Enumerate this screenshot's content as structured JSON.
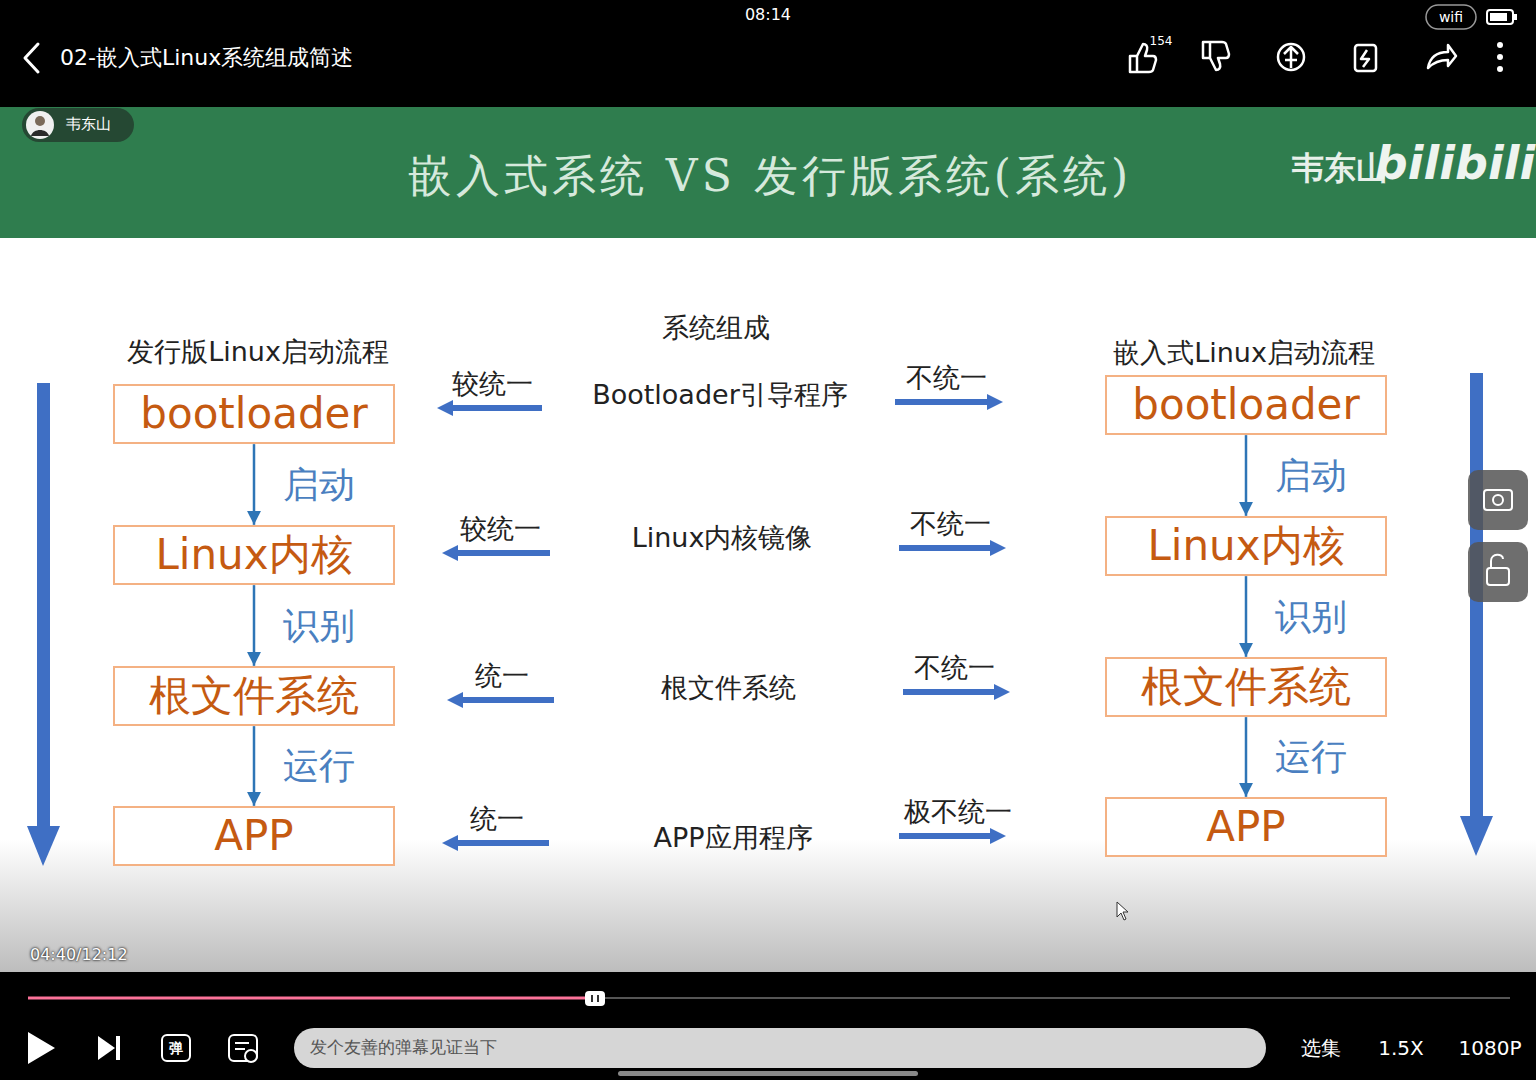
{
  "diagram": {
    "title": "嵌入式系统 VS 发行版系统(系统)",
    "nodes": [
      {
        "text": [
          "bootloader"
        ]
      },
      {
        "text": [
          "Linux内核"
        ]
      },
      {
        "text": [
          "根文件系统"
        ]
      },
      {
        "text": [
          "APP"
        ]
      },
      {
        "text": [
          "bootloader"
        ]
      },
      {
        "text": [
          "Linux内核"
        ]
      },
      {
        "text": [
          "根文件系统"
        ]
      },
      {
        "text": [
          "APP"
        ]
      }
    ],
    "edges": [
      {
        "from": 0,
        "to": 1,
        "arrow": "to",
        "label": "启动"
      },
      {
        "from": 1,
        "to": 2,
        "arrow": "to",
        "label": "识别"
      },
      {
        "from": 2,
        "to": 3,
        "arrow": "to",
        "label": "运行"
      },
      {
        "from": 4,
        "to": 5,
        "arrow": "to",
        "label": "启动"
      },
      {
        "from": 5,
        "to": 6,
        "arrow": "to",
        "label": "识别"
      },
      {
        "from": 6,
        "to": 7,
        "arrow": "to",
        "label": "运行"
      }
    ],
    "labels": [
      "08:14",
      "wifi",
      "02-嵌入式Linux系统组成简述",
      "154",
      "韦东山",
      "韦东山",
      "bilibili",
      "发行版Linux启动流程",
      "系统组成",
      "嵌入式Linux启动流程",
      "较统一",
      "Bootloader引导程序",
      "不统一",
      "较统一",
      "Linux内核镜像",
      "不统一",
      "统一",
      "根文件系统",
      "不统一",
      "统一",
      "APP应用程序",
      "极不统一",
      "04:40/12:12",
      "弹",
      "发个友善的弹幕见证当下",
      "选集",
      "1.5X",
      "1080P"
    ]
  }
}
